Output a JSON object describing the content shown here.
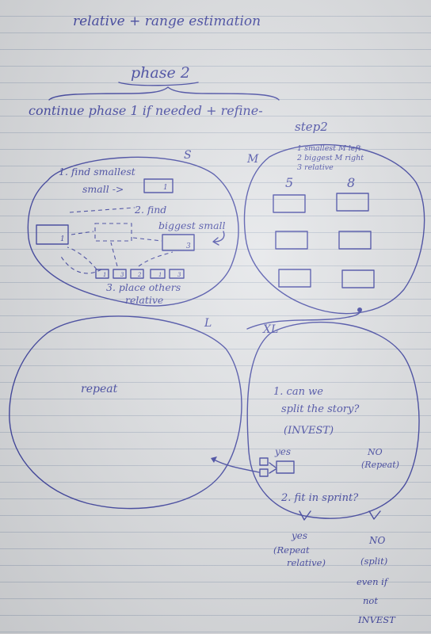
{
  "title": "relative + range estimation",
  "phase_heading": "phase 2",
  "phase_desc_a": "continue phase 1 if needed + refine-",
  "phase_desc_b": "step2",
  "sizes": {
    "s": "S",
    "m": "M",
    "l": "L",
    "xl": "XL"
  },
  "s_section": {
    "find_smallest": "1. find smallest",
    "small_arrow": "small ->",
    "box_1": "1",
    "find_biggest_a": "2. find",
    "find_biggest_b": "biggest small",
    "box_left": "1",
    "box_right": "3",
    "row_labels": [
      "1",
      "3",
      "2",
      "1",
      "3"
    ],
    "place_others_a": "3. place others",
    "place_others_b": "relative"
  },
  "m_section": {
    "steps": [
      "1 smallest M left",
      "2 biggest M right",
      "3 relative"
    ],
    "col_left": "5",
    "col_right": "8"
  },
  "l_section": {
    "repeat": "repeat"
  },
  "xl_section": {
    "q1_a": "1. can we",
    "q1_b": "split the story?",
    "q1_c": "(INVEST)",
    "yes": "yes",
    "no": "NO",
    "no_repeat": "(Repeat)",
    "q2": "2. fit in sprint?",
    "yes2": "yes",
    "yes2_detail_a": "(Repeat",
    "yes2_detail_b": "relative)",
    "no2": "NO",
    "no2_detail": [
      "(split)",
      "even if",
      "not",
      "INVEST"
    ]
  }
}
